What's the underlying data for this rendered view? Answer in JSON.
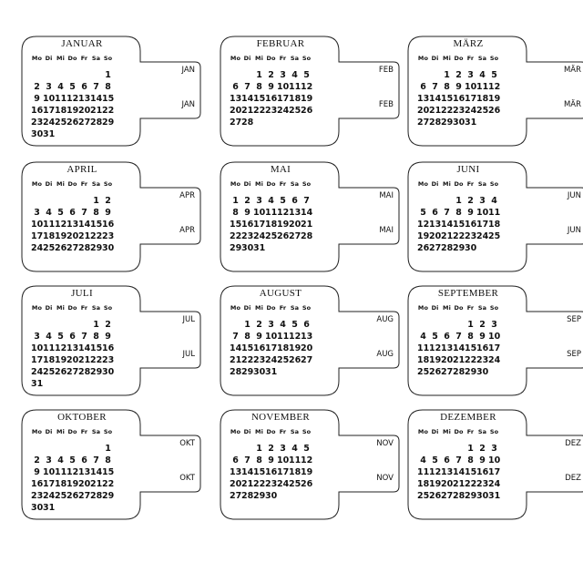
{
  "dow": [
    "Mo",
    "Di",
    "Mi",
    "Do",
    "Fr",
    "Sa",
    "So"
  ],
  "months": [
    {
      "title": "JANUAR",
      "tab": "JAN",
      "offset": 6,
      "days": 31
    },
    {
      "title": "FEBRUAR",
      "tab": "FEB",
      "offset": 2,
      "days": 28
    },
    {
      "title": "MÄRZ",
      "tab": "MÄR",
      "offset": 2,
      "days": 31
    },
    {
      "title": "APRIL",
      "tab": "APR",
      "offset": 5,
      "days": 30
    },
    {
      "title": "MAI",
      "tab": "MAI",
      "offset": 0,
      "days": 31
    },
    {
      "title": "JUNI",
      "tab": "JUN",
      "offset": 3,
      "days": 30
    },
    {
      "title": "JULI",
      "tab": "JUL",
      "offset": 5,
      "days": 31
    },
    {
      "title": "AUGUST",
      "tab": "AUG",
      "offset": 1,
      "days": 31
    },
    {
      "title": "SEPTEMBER",
      "tab": "SEP",
      "offset": 4,
      "days": 30
    },
    {
      "title": "OKTOBER",
      "tab": "OKT",
      "offset": 6,
      "days": 31
    },
    {
      "title": "NOVEMBER",
      "tab": "NOV",
      "offset": 2,
      "days": 30
    },
    {
      "title": "DEZEMBER",
      "tab": "DEZ",
      "offset": 4,
      "days": 31
    }
  ]
}
